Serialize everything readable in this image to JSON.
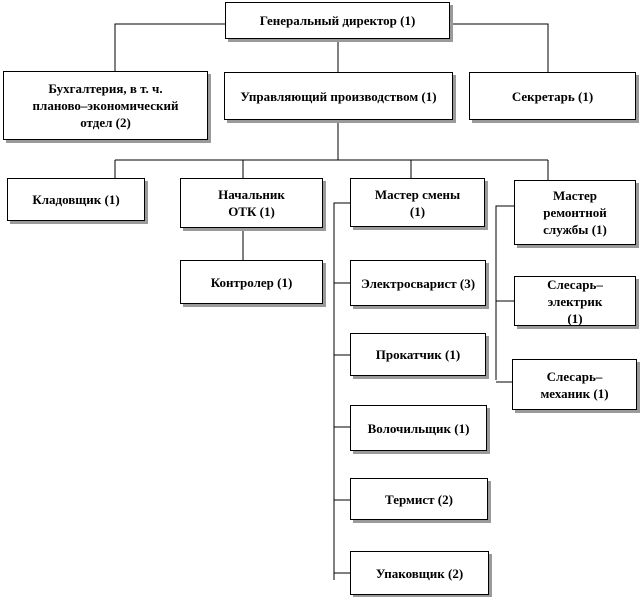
{
  "diagram": {
    "nodes": [
      {
        "id": "ceo",
        "label": "Генеральный директор (1)"
      },
      {
        "id": "accounting",
        "label": "Бухгалтерия,  в т. ч. планово–экономический отдел (2)"
      },
      {
        "id": "production",
        "label": "Управляющий производством (1)"
      },
      {
        "id": "secretary",
        "label": "Секретарь (1)"
      },
      {
        "id": "storekeeper",
        "label": "Кладовщик (1)"
      },
      {
        "id": "otk",
        "label": "Начальник ОТК (1)"
      },
      {
        "id": "shift",
        "label": "Мастер смены (1)"
      },
      {
        "id": "repair",
        "label": "Мастер ремонтной службы (1)"
      },
      {
        "id": "controller",
        "label": "Контролер (1)"
      },
      {
        "id": "welder",
        "label": "Электросварист (3)"
      },
      {
        "id": "roller",
        "label": "Прокатчик (1)"
      },
      {
        "id": "drawer",
        "label": "Волочильщик (1)"
      },
      {
        "id": "thermist",
        "label": "Термист (2)"
      },
      {
        "id": "packer",
        "label": "Упаковщик (2)"
      },
      {
        "id": "electrician",
        "label": "Слесарь–электрик (1)"
      },
      {
        "id": "mechanic",
        "label": "Слесарь–механик (1)"
      }
    ],
    "edges": [
      {
        "from": "ceo",
        "to": "accounting"
      },
      {
        "from": "ceo",
        "to": "production"
      },
      {
        "from": "ceo",
        "to": "secretary"
      },
      {
        "from": "production",
        "to": "storekeeper"
      },
      {
        "from": "production",
        "to": "otk"
      },
      {
        "from": "production",
        "to": "shift"
      },
      {
        "from": "production",
        "to": "repair"
      },
      {
        "from": "otk",
        "to": "controller"
      },
      {
        "from": "shift",
        "to": "welder"
      },
      {
        "from": "shift",
        "to": "roller"
      },
      {
        "from": "shift",
        "to": "drawer"
      },
      {
        "from": "shift",
        "to": "thermist"
      },
      {
        "from": "shift",
        "to": "packer"
      },
      {
        "from": "repair",
        "to": "electrician"
      },
      {
        "from": "repair",
        "to": "mechanic"
      }
    ]
  }
}
